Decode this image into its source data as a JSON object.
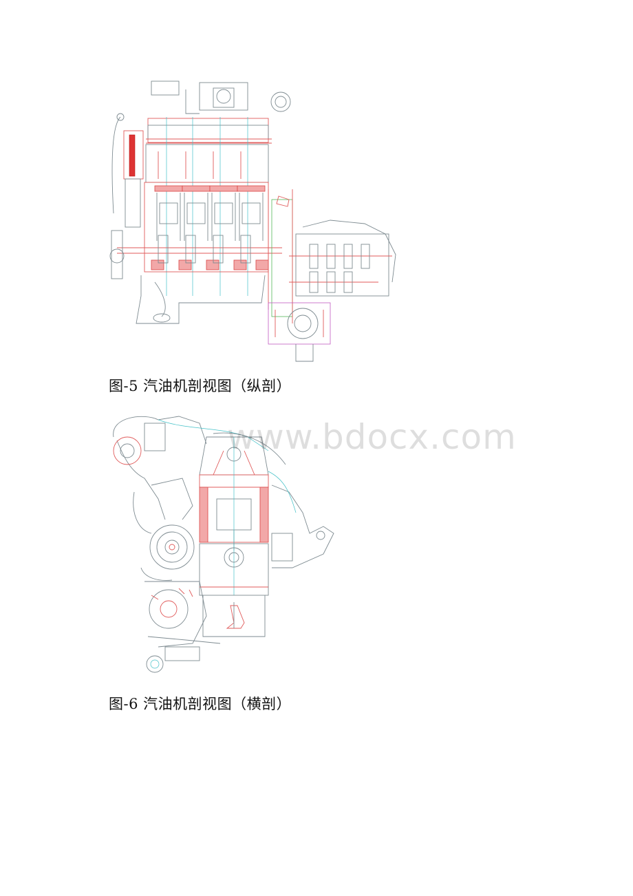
{
  "figures": [
    {
      "caption": "图-5 汽油机剖视图（纵剖）",
      "illustration": "engine-longitudinal-section"
    },
    {
      "caption": "图-6 汽油机剖视图（横剖）",
      "illustration": "engine-cross-section"
    }
  ],
  "watermark": "www.bdocx.com",
  "colors": {
    "outline": "#7d8a90",
    "section_red": "#e05a5a",
    "centerline_cyan": "#43c1c8",
    "green": "#55b85a"
  }
}
